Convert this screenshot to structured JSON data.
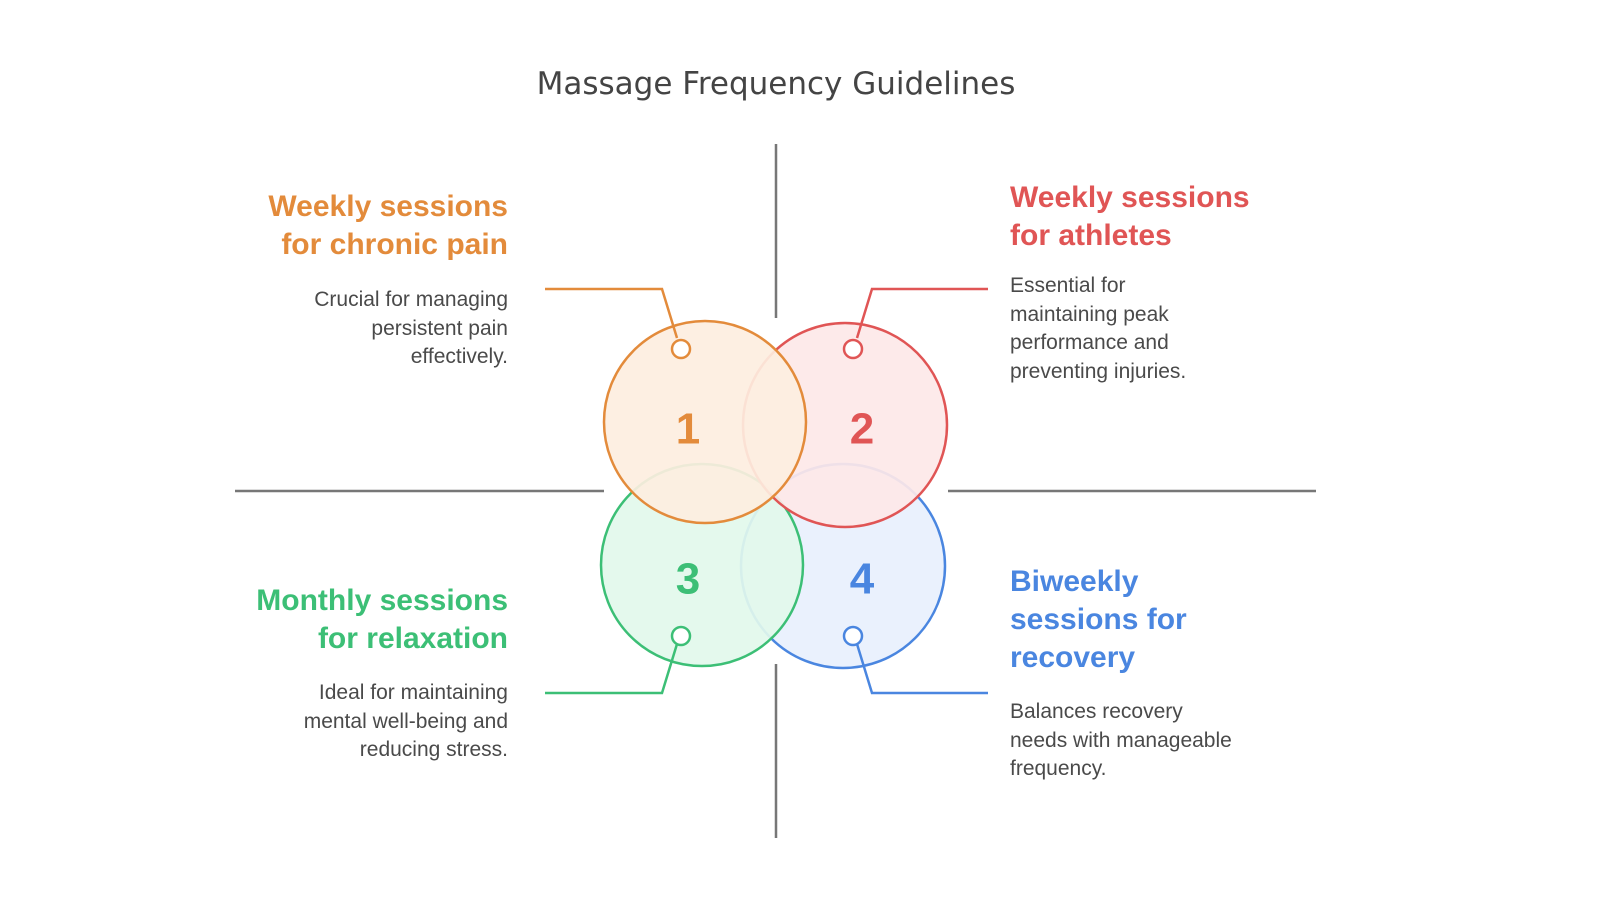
{
  "title": "Massage Frequency Guidelines",
  "items": [
    {
      "number": "1",
      "heading": "Weekly sessions\nfor chronic pain",
      "description": "Crucial for managing\npersistent pain\neffectively.",
      "color": "#e38b3b",
      "fill": "#fdeee0"
    },
    {
      "number": "2",
      "heading": "Weekly sessions\nfor athletes",
      "description": "Essential for\nmaintaining peak\nperformance and\npreventing injuries.",
      "color": "#e05555",
      "fill": "#fde8e8"
    },
    {
      "number": "3",
      "heading": "Monthly sessions\nfor relaxation",
      "description": "Ideal for maintaining\nmental well-being and\nreducing stress.",
      "color": "#3cbf76",
      "fill": "#e2f8eb"
    },
    {
      "number": "4",
      "heading": "Biweekly\nsessions for\nrecovery",
      "description": "Balances recovery\nneeds with manageable\nfrequency.",
      "color": "#4a86e0",
      "fill": "#e8f0fd"
    }
  ]
}
